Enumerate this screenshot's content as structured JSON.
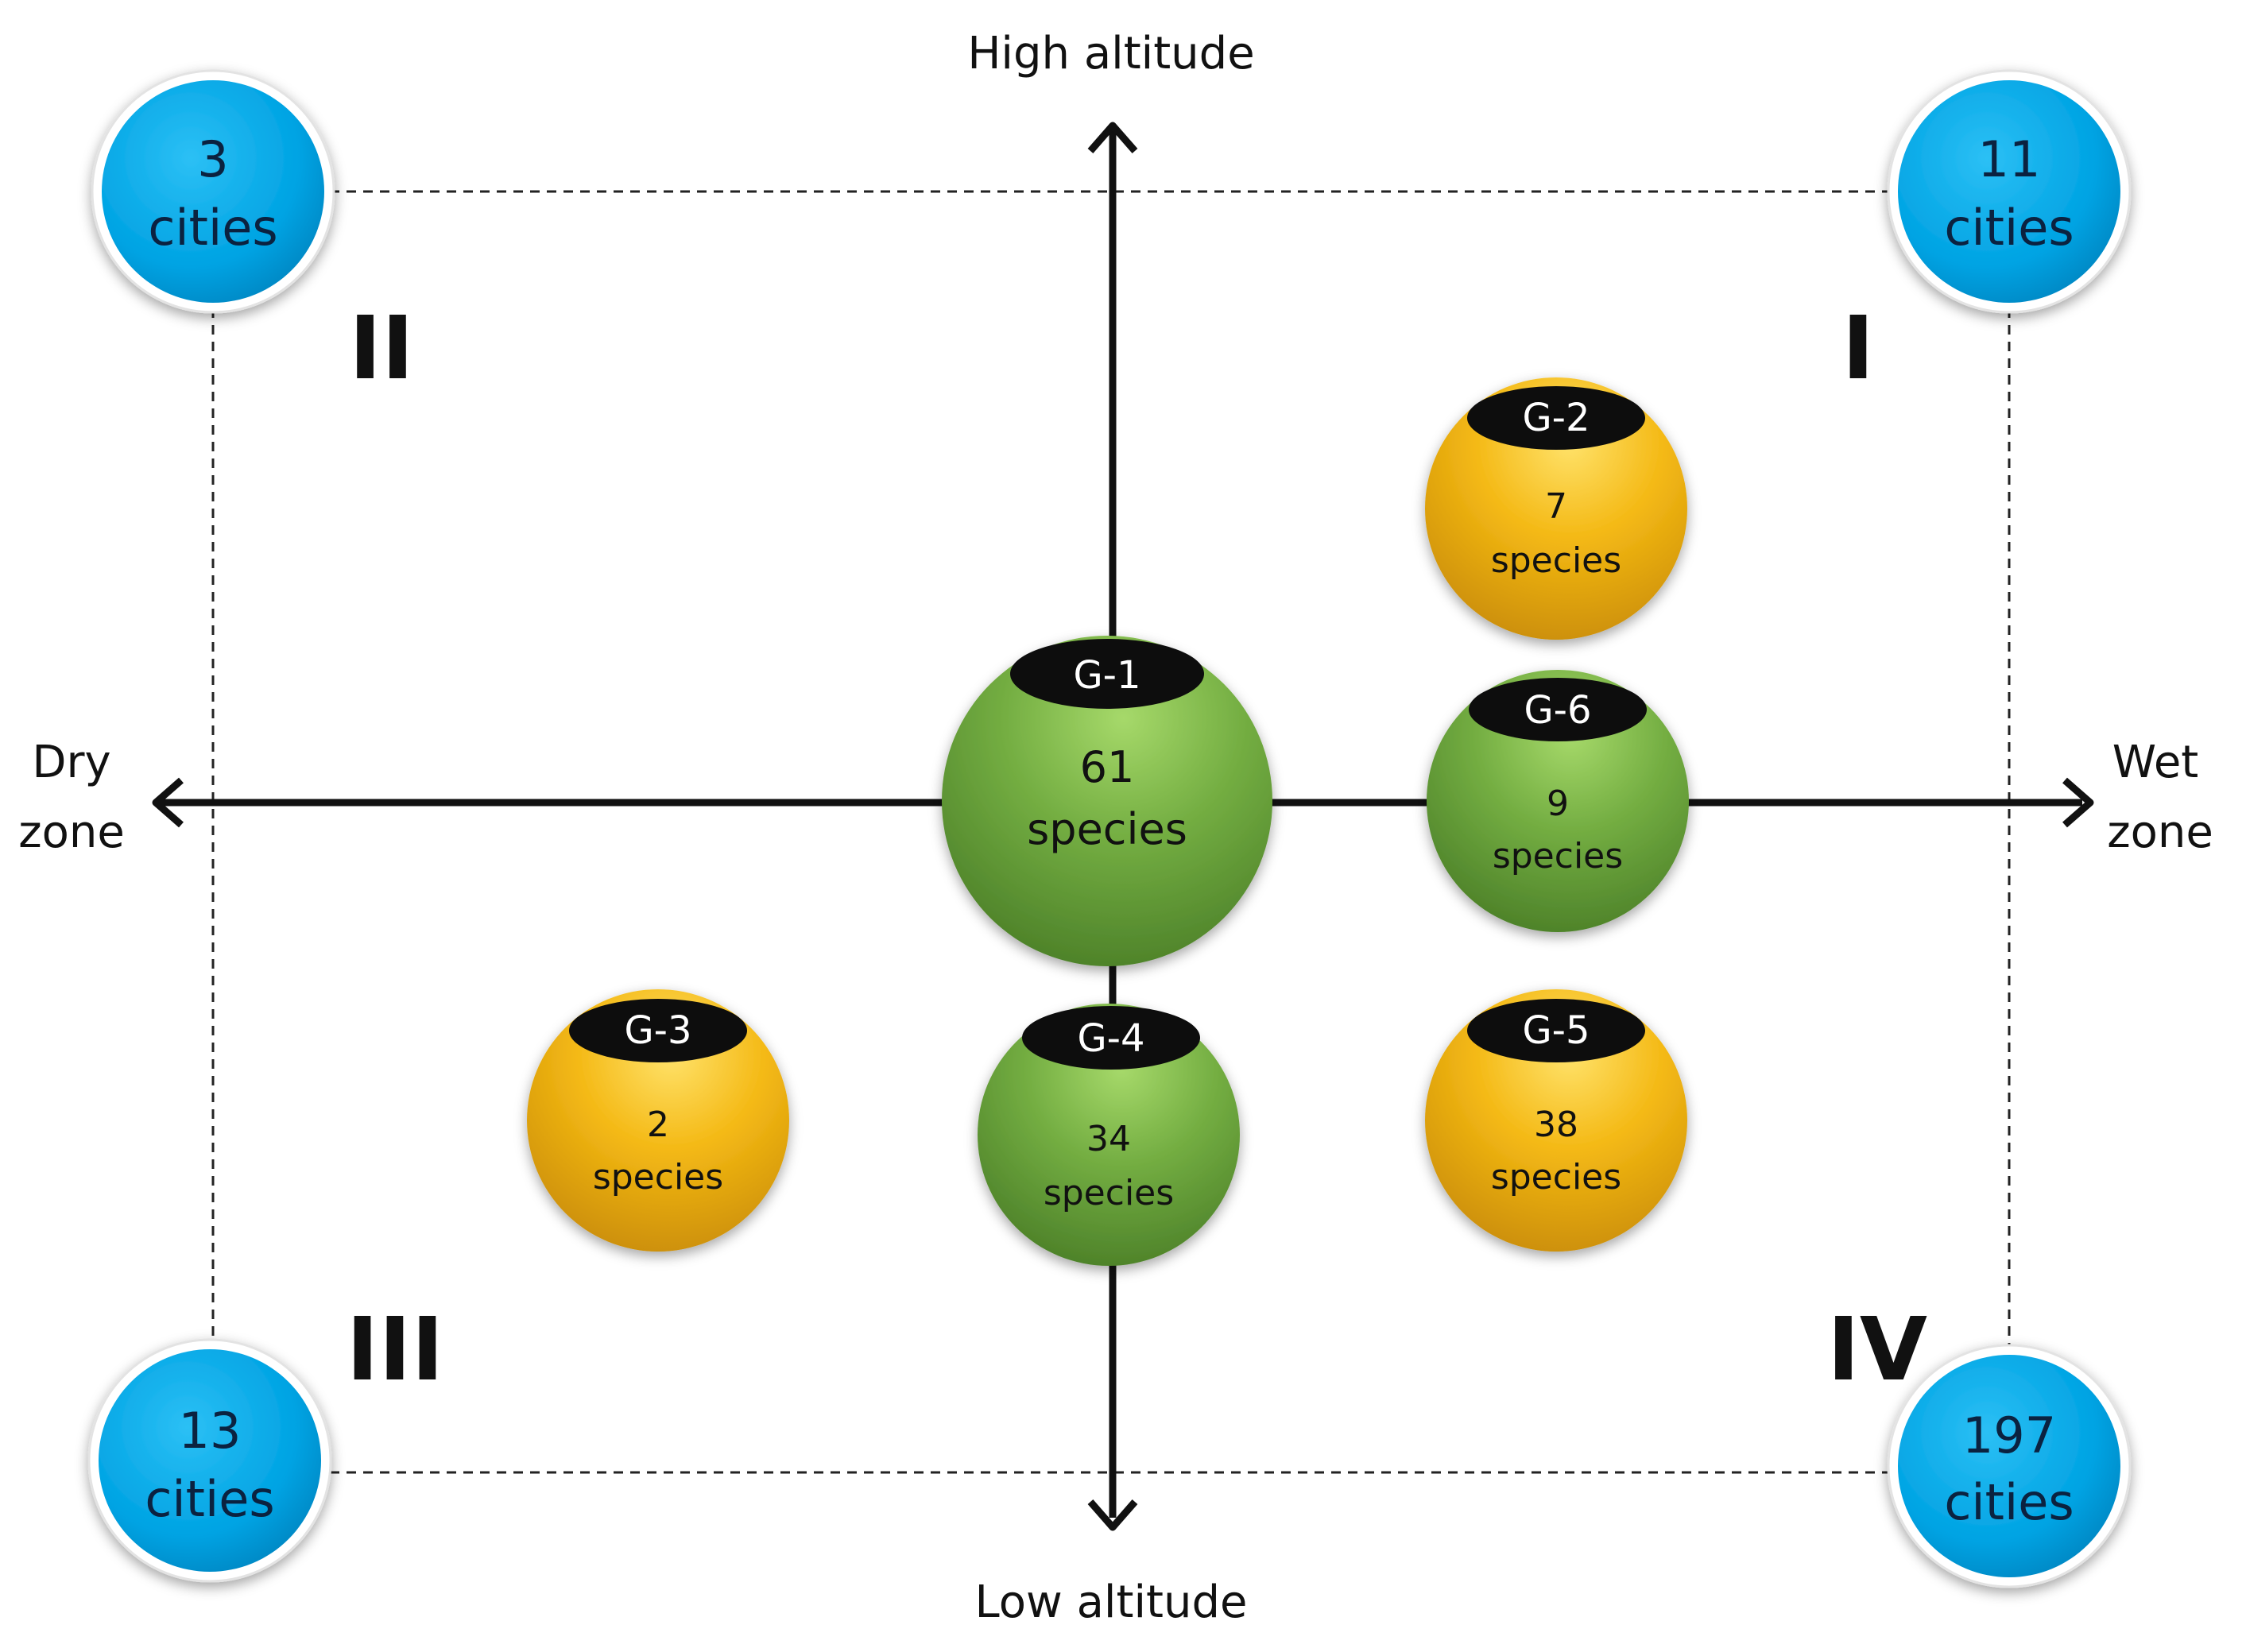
{
  "axes": {
    "top": "High altitude",
    "bottom": "Low altitude",
    "left": [
      "Dry",
      "zone"
    ],
    "right": [
      "Wet",
      "zone"
    ]
  },
  "quadrants": {
    "I": "I",
    "II": "II",
    "III": "III",
    "IV": "IV"
  },
  "cities": {
    "top_left": {
      "count": "3",
      "label": "cities"
    },
    "top_right": {
      "count": "11",
      "label": "cities"
    },
    "bottom_left": {
      "count": "13",
      "label": "cities"
    },
    "bottom_right": {
      "count": "197",
      "label": "cities"
    }
  },
  "groups": {
    "g1": {
      "tag": "G-1",
      "count": "61",
      "label": "species",
      "color": "green"
    },
    "g2": {
      "tag": "G-2",
      "count": "7",
      "label": "species",
      "color": "yellow"
    },
    "g3": {
      "tag": "G-3",
      "count": "2",
      "label": "species",
      "color": "yellow"
    },
    "g4": {
      "tag": "G-4",
      "count": "34",
      "label": "species",
      "color": "green"
    },
    "g5": {
      "tag": "G-5",
      "count": "38",
      "label": "species",
      "color": "yellow"
    },
    "g6": {
      "tag": "G-6",
      "count": "9",
      "label": "species",
      "color": "green"
    }
  },
  "colors": {
    "city_blue": "#00a6e6",
    "green": "#6aa63c",
    "yellow": "#f2b70f",
    "tag": "#0d0d0d"
  }
}
